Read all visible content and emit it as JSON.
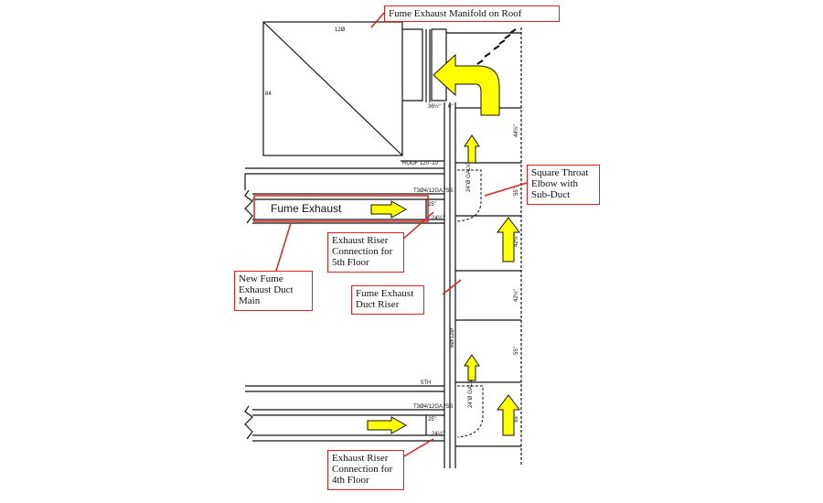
{
  "callouts": {
    "manifold": "Fume Exhaust Manifold on Roof",
    "elbow": "Square Throat Elbow with Sub-Duct",
    "riser_5th": "Exhaust Riser Connection for 5th Floor",
    "duct_main": "New Fume Exhaust Duct Main",
    "duct_riser": "Fume Exhaust Duct Riser",
    "riser_4th": "Exhaust Riser Connection for 4th Floor"
  },
  "duct_label": "Fume Exhaust",
  "drawing_labels": {
    "dim_120": "12Ø",
    "dim_84": "84",
    "dim_36": "36½\"",
    "dim_6": "6\"",
    "roof": "ROOF 120'-10\"",
    "dim_44": "44½\"",
    "dim_55a": "55\"",
    "spec_5th": "T3Ø4/12GA./SS",
    "dim_25_5th": "25\"",
    "dim_24_5th": "24½\"",
    "subduct_5th": "24\"Ø\nGALV.",
    "dim_42a": "42½\"",
    "dim_42b": "42½\"",
    "riser_size": "6Ø/12Ø",
    "dim_55b": "55\"",
    "floor_5th": "5TH",
    "spec_4th": "T3Ø4/12GA./SS",
    "dim_25_4th": "25\"",
    "dim_24_4th": "24½\"",
    "subduct_4th": "24\"Ø\nGALV.",
    "dim_55c": "55\""
  },
  "colors": {
    "callout_border": "#e02020",
    "leader": "#e02020",
    "arrow_fill": "#ffff00",
    "line": "#111111"
  },
  "icons": [
    "arrow-right-icon",
    "arrow-up-icon",
    "curved-arrow-icon"
  ]
}
